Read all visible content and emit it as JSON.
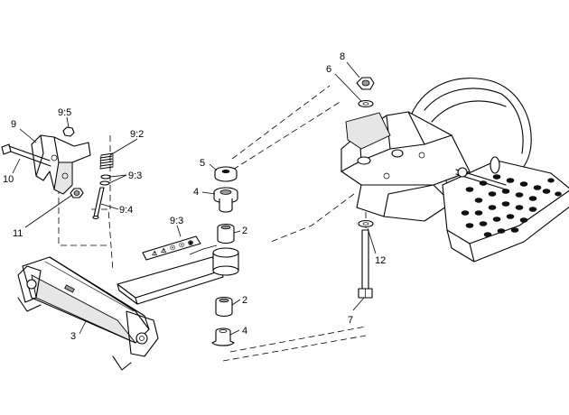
{
  "diagram": {
    "callouts": {
      "c1": "8",
      "c2": "6",
      "c3": "9:5",
      "c4": "9",
      "c5": "9:2",
      "c6": "10",
      "c7": "9:3",
      "c8": "5",
      "c9": "4",
      "c10": "11",
      "c11": "9:4",
      "c12": "9:3",
      "c13": "2",
      "c14": "12",
      "c15": "2",
      "c16": "7",
      "c17": "3",
      "c18": "4"
    },
    "decal_glyphs": [
      "⚠",
      "⚠",
      "☉",
      "☉",
      "◉"
    ]
  }
}
